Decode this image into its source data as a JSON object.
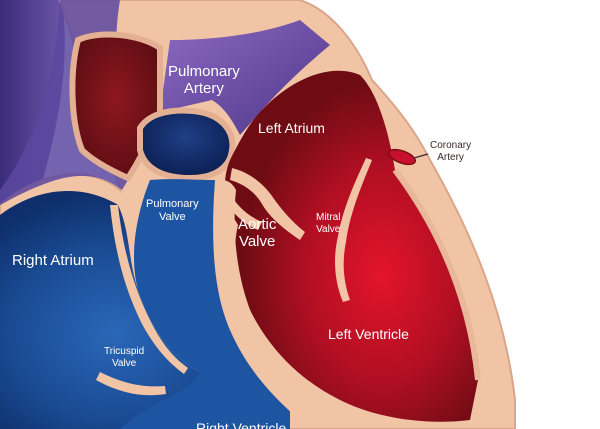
{
  "diagram": {
    "labels": {
      "pulmonary_artery": [
        "Pulmonary",
        "Artery"
      ],
      "left_atrium": "Left Atrium",
      "coronary_artery": [
        "Coronary",
        "Artery"
      ],
      "pulmonary_valve": [
        "Pulmonary",
        "Valve"
      ],
      "aortic_valve": [
        "Aortic",
        "Valve"
      ],
      "mitral_valve": [
        "Mitral",
        "Valve"
      ],
      "right_atrium": "Right Atrium",
      "left_ventricle": "Left Ventricle",
      "tricuspid_valve": [
        "Tricuspid",
        "Valve"
      ],
      "right_ventricle": "Right Ventricle"
    },
    "colors": {
      "background": "#ffffff",
      "tissue": "#f2c4a6",
      "tissue_outline": "#d9a68a",
      "oxygenated_blood": "#c8102e",
      "oxygenated_dark": "#7a0f16",
      "deoxygenated_blood": "#1f5aa6",
      "deoxygenated_dark": "#0e2f6b",
      "pulmonary_purple": "#6a4aa0",
      "label_text": "#ffffff",
      "callout_text": "#3b2a2a"
    }
  }
}
